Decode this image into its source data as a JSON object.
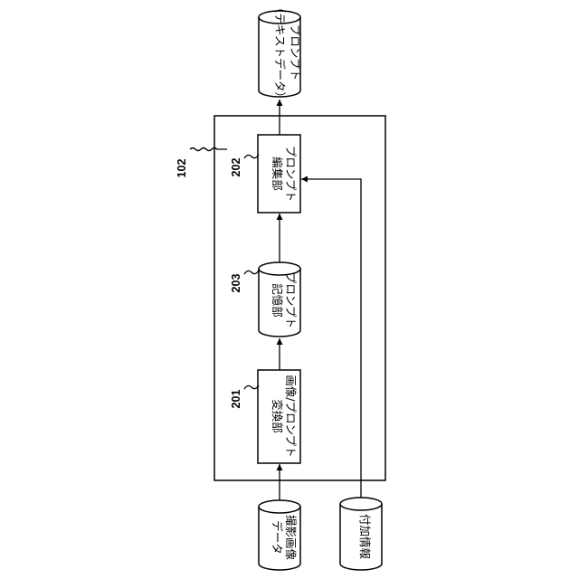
{
  "diagram": {
    "system_ref": "102",
    "nodes": {
      "prompt_output": {
        "line1": "プロンプト",
        "line2": "（テキストデータ）"
      },
      "prompt_editor": {
        "ref": "202",
        "line1": "プロンプト",
        "line2": "編集部"
      },
      "prompt_storage": {
        "ref": "203",
        "line1": "プロンプト",
        "line2": "記憶部"
      },
      "image_prompt_converter": {
        "ref": "201",
        "line1": "画像/プロンプト",
        "line2": "変換部"
      },
      "captured_image_data": {
        "line1": "撮影画像",
        "line2": "データ"
      },
      "additional_info": {
        "line1": "付加情報"
      }
    }
  }
}
